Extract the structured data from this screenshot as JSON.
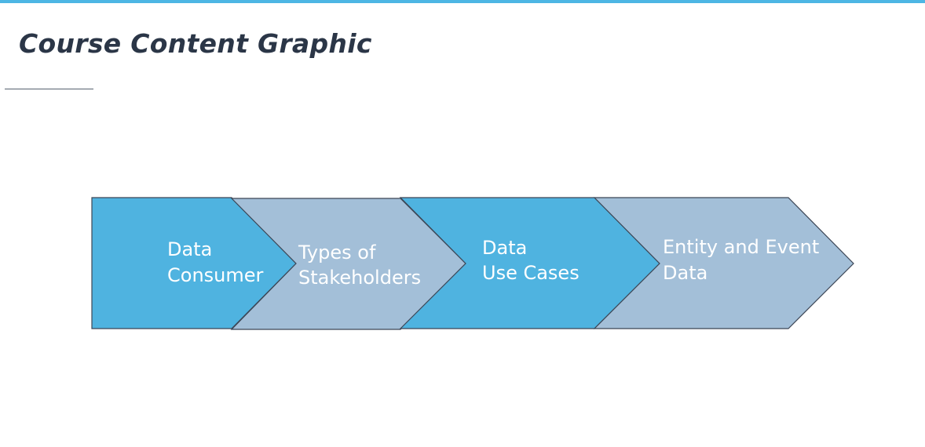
{
  "header": {
    "title": "Course Content Graphic"
  },
  "colors": {
    "accent_bar": "#4db6e4",
    "chevron_blue": "#4fb3e0",
    "chevron_grey": "#a3bfd8",
    "outline": "#3c4656",
    "title_text": "#2b3647",
    "label_text": "#ffffff"
  },
  "process": {
    "steps": [
      {
        "line1": "Data",
        "line2": "Consumer",
        "style": "blue"
      },
      {
        "line1": "Types of",
        "line2": "Stakeholders",
        "style": "grey"
      },
      {
        "line1": "Data",
        "line2": "Use Cases",
        "style": "blue"
      },
      {
        "line1": "Entity and Event",
        "line2": "Data",
        "style": "grey"
      }
    ]
  }
}
